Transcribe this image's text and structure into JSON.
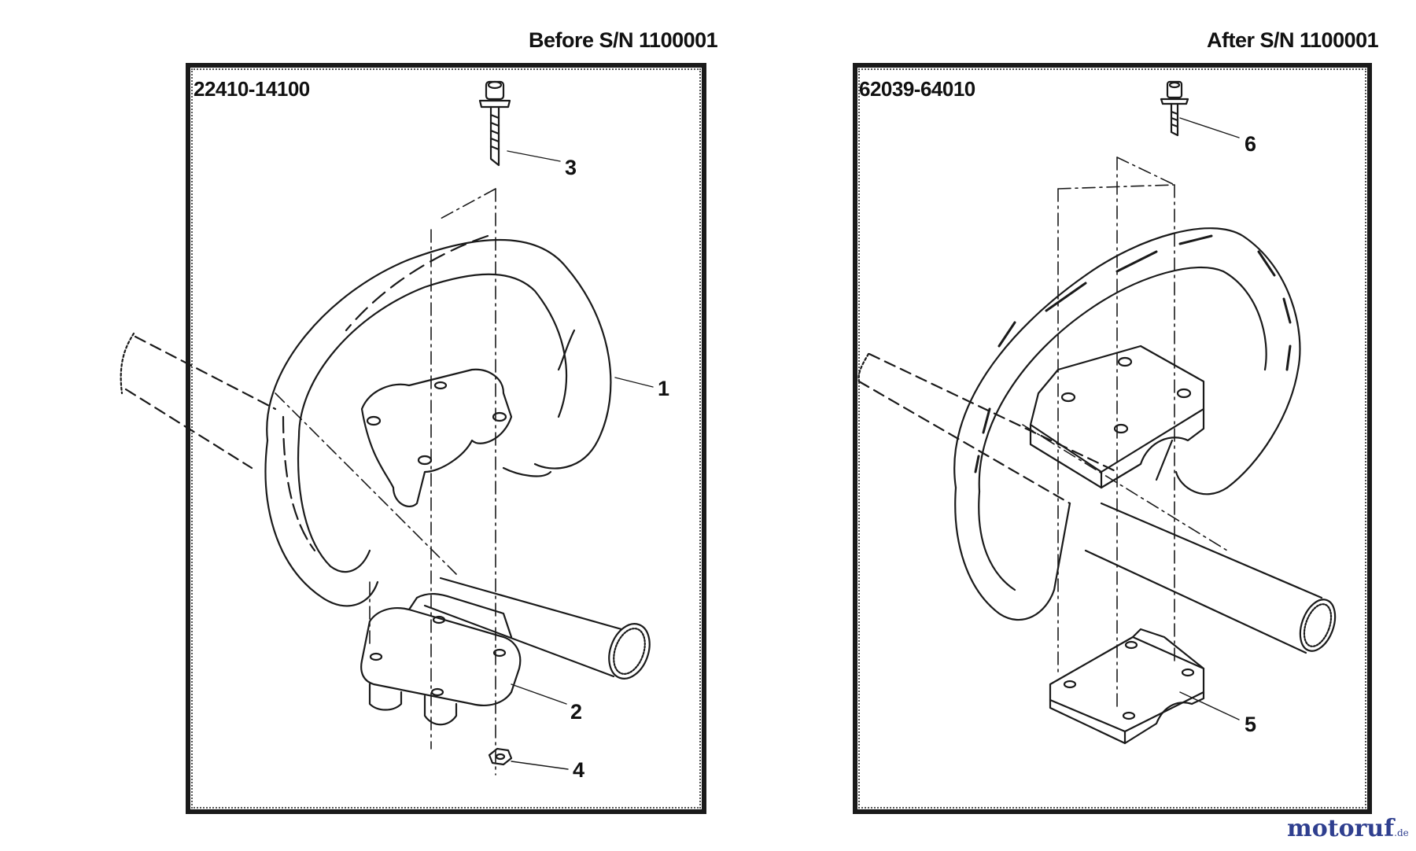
{
  "headings": {
    "before": "Before S/N 1100001",
    "after": "After S/N 1100001"
  },
  "part_codes": {
    "before": "22410-14100",
    "after": "62039-64010"
  },
  "callouts": {
    "before": [
      "1",
      "2",
      "3",
      "4"
    ],
    "after": [
      "5",
      "6"
    ]
  },
  "logo": {
    "main": "motoruf",
    "suffix": ".de",
    "color": "#2f3f8f"
  }
}
